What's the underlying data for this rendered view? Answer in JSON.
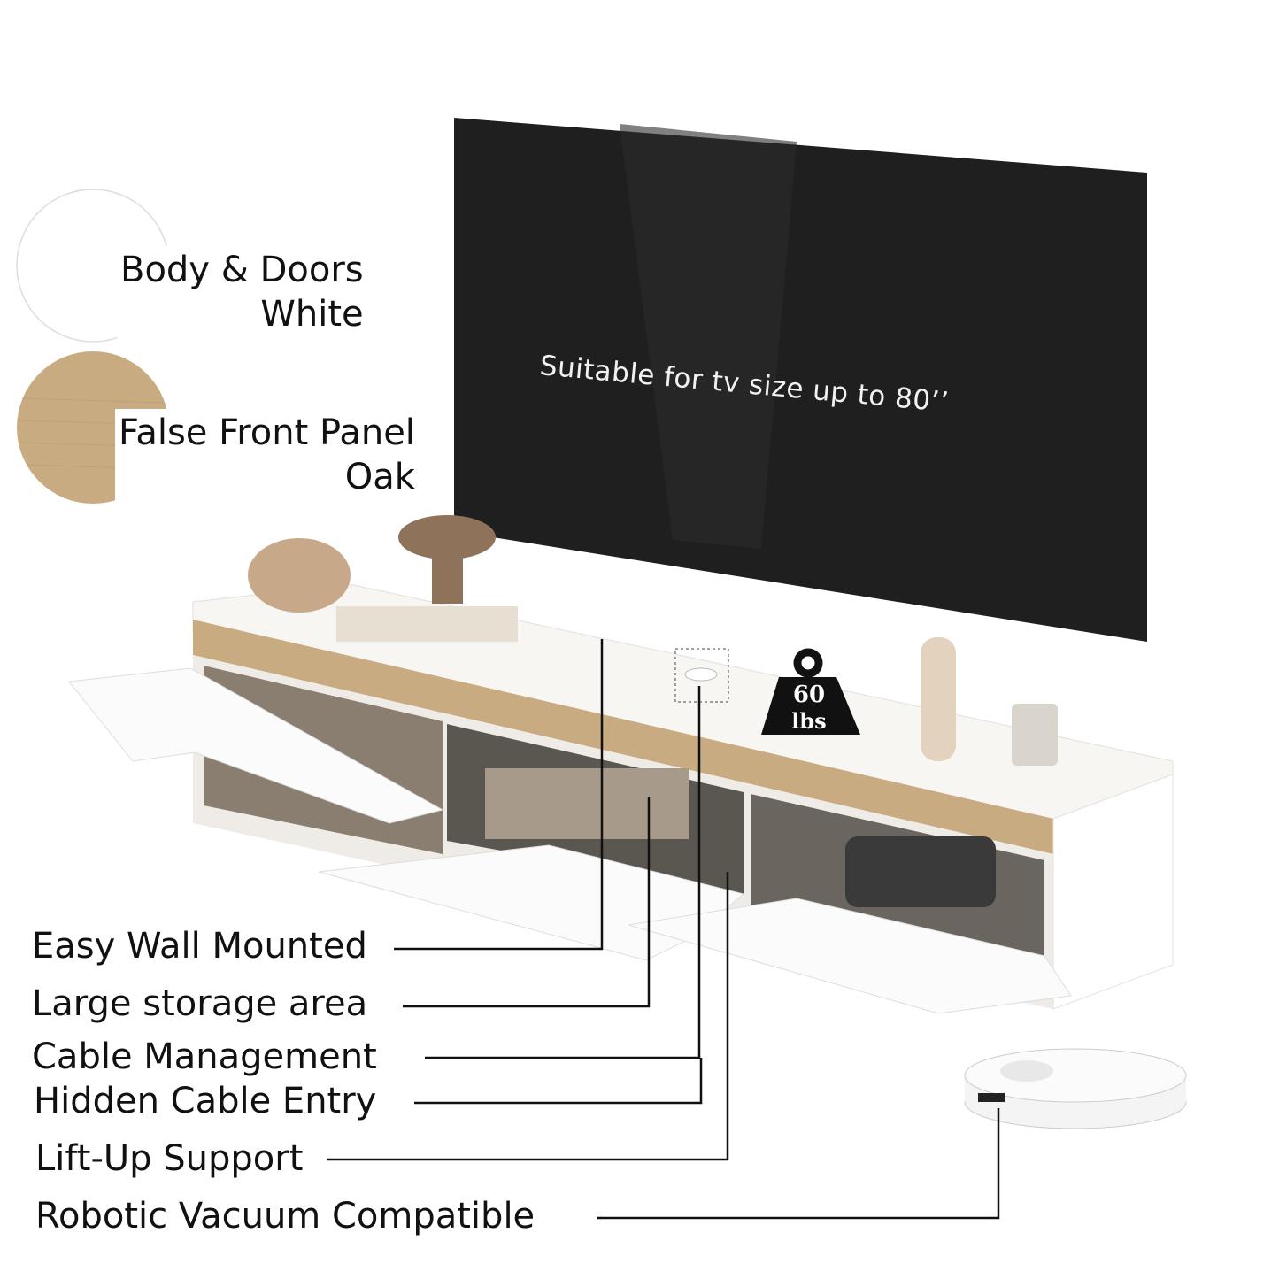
{
  "swatches": [
    {
      "label_line1": "Body & Doors",
      "label_line2": "White",
      "color": "#ffffff"
    },
    {
      "label_line1": "False Front Panel",
      "label_line2": "Oak",
      "color": "#c9ab82"
    }
  ],
  "tv": {
    "caption": "Suitable for tv size up to 80’’",
    "color": "#1f1f1f"
  },
  "weight_badge": {
    "value": "60",
    "unit": "lbs"
  },
  "features": [
    "Easy Wall Mounted",
    "Large storage area",
    "Cable Management",
    "Hidden Cable Entry",
    "Lift-Up Support",
    "Robotic Vacuum Compatible"
  ],
  "colors": {
    "oak": "#c9ab82",
    "cabinet": "#f6f4f1",
    "tv": "#1f1f1f",
    "line": "#111111"
  }
}
